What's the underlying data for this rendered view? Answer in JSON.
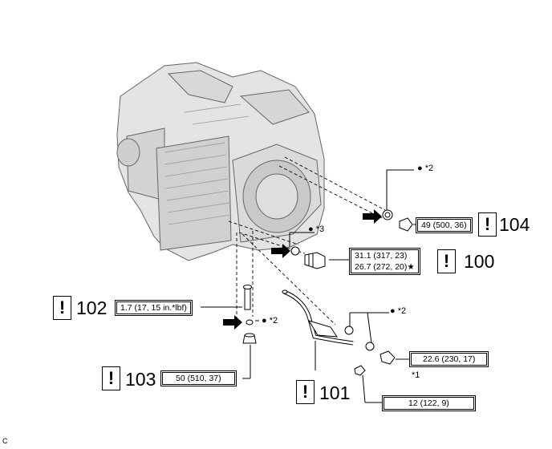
{
  "callouts": {
    "c104": {
      "torque": "49 (500, 36)",
      "ref": "104",
      "note": "● *2"
    },
    "c100": {
      "torque1": "31.1 (317, 23)",
      "torque2": "26.7 (272, 20)★",
      "ref": "100",
      "note": "● *3"
    },
    "c102": {
      "torque": "1.7 (17, 15 in.*lbf)",
      "ref": "102",
      "note": "● *2"
    },
    "c103": {
      "torque": "50 (510, 37)",
      "ref": "103"
    },
    "c101": {
      "ref": "101",
      "note": "● *2"
    },
    "c_pipe_bolt": {
      "torque": "22.6 (230, 17)",
      "note": "*1"
    },
    "c_bracket_bolt": {
      "torque": "12 (122, 9)"
    }
  },
  "warning_symbol": "!",
  "corner_label": "C",
  "colors": {
    "line": "#000000",
    "housing_fill": "#e4e4e4",
    "housing_stroke": "#666666"
  }
}
